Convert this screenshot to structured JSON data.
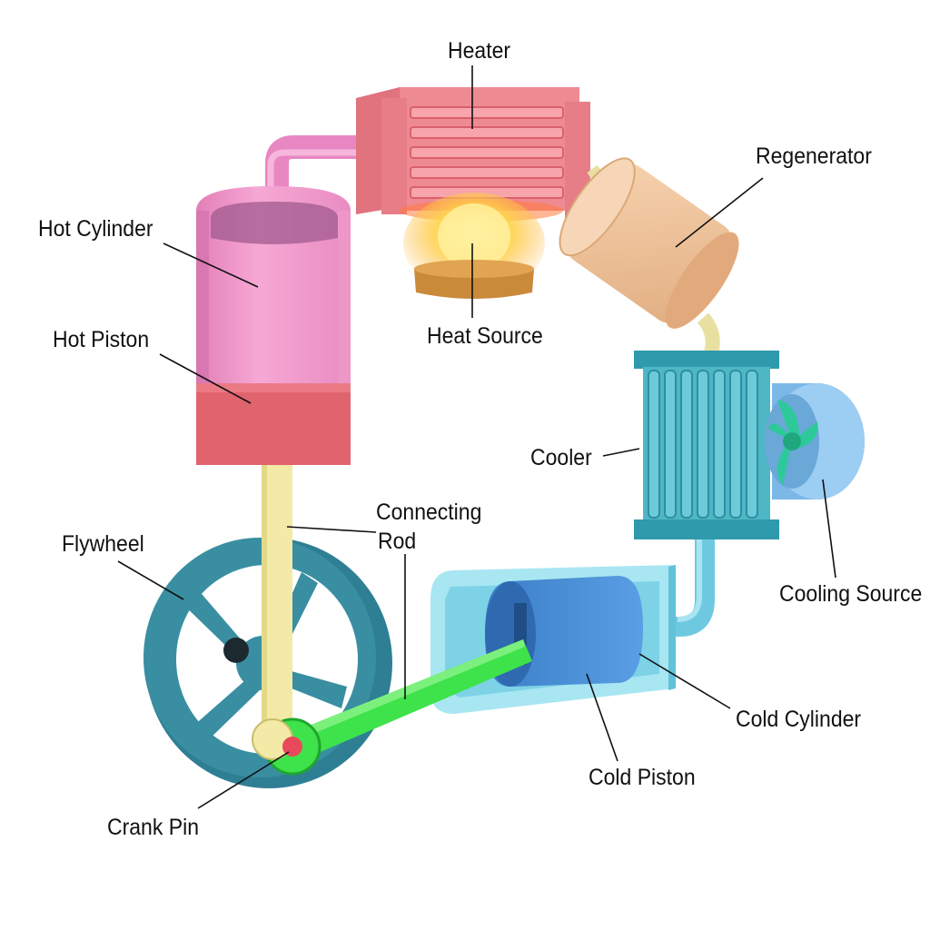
{
  "labels": {
    "heater": "Heater",
    "regenerator": "Regenerator",
    "hot_cylinder": "Hot Cylinder",
    "heat_source": "Heat Source",
    "hot_piston": "Hot Piston",
    "cooler": "Cooler",
    "connecting_rod_line1": "Connecting",
    "connecting_rod_line2": "Rod",
    "flywheel": "Flywheel",
    "cooling_source": "Cooling Source",
    "cold_cylinder": "Cold Cylinder",
    "cold_piston": "Cold Piston",
    "crank_pin": "Crank Pin"
  },
  "colors": {
    "hot_cylinder": "#f29ccc",
    "hot_piston": "#e0646e",
    "heater": "#ee8a92",
    "regenerator": "#f2c49c",
    "cooler": "#3eaabb",
    "fan": "#8cc6ee",
    "cold_cylinder": "#a8e6f2",
    "cold_piston": "#4a8ed8",
    "flywheel": "#3a8ea2",
    "connecting_rod_hot": "#f2eaa6",
    "connecting_rod_cold": "#3ee24a",
    "crank_pin": "#e84a5a",
    "heat_source_base": "#c98a3a",
    "flame": "#ffd24a"
  }
}
